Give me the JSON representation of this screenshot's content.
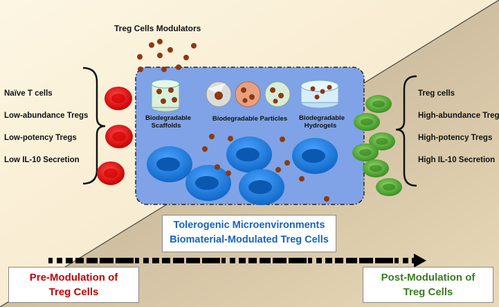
{
  "title": "Treg Cells Modulators",
  "left_labels": [
    "Naïve T cells",
    "Low-abundance Tregs",
    "Low-potency Tregs",
    "Low IL-10 Secretion"
  ],
  "right_labels": [
    "Treg cells",
    "High-abundance Tregs",
    "High-potency Tregs",
    "High IL-10 Secretion"
  ],
  "biomaterials": {
    "scaffolds": [
      "Biodegradable",
      "Scaffolds"
    ],
    "particles": "Biodegradable Particles",
    "hydrogels": [
      "Biodegradable",
      "Hydrogels"
    ]
  },
  "center_caption": [
    "Tolerogenic Microenvironments",
    "Biomaterial-Modulated Treg Cells"
  ],
  "pre_modulation": [
    "Pre-Modulation of",
    "Treg Cells"
  ],
  "post_modulation": [
    "Post-Modulation of",
    "Treg Cells"
  ],
  "colors": {
    "pre": "#c40000",
    "post": "#3a7d1e",
    "caption": "#1565c0",
    "panel": "#7fa3e6",
    "red_cell": "#e00000",
    "green_cell": "#4cae2f",
    "particle": "#8b3a12"
  }
}
